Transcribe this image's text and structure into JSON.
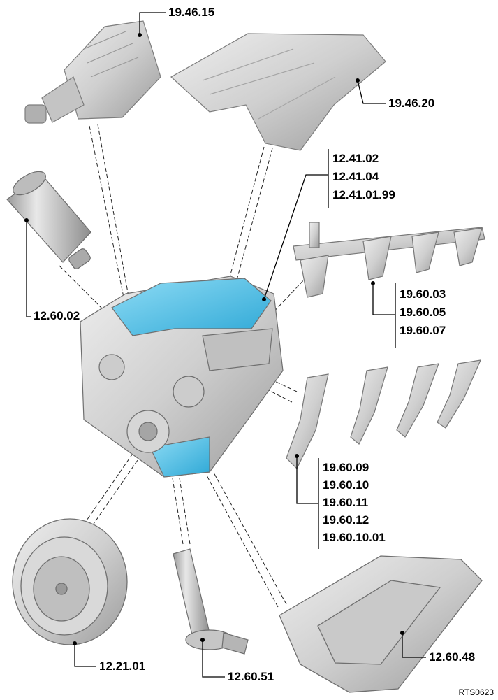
{
  "labels": {
    "supercharger": "19.46.15",
    "supercharger_cover": "19.46.20",
    "fuel_rail_group": [
      "12.41.02",
      "12.41.04",
      "12.41.01.99"
    ],
    "oil_filter": "12.60.02",
    "fuel_rail": [
      "19.60.03",
      "19.60.05",
      "19.60.07"
    ],
    "injectors": [
      "19.60.09",
      "19.60.10",
      "19.60.11",
      "19.60.12",
      "19.60.10.01"
    ],
    "crank_pulley": "12.21.01",
    "dipstick_tube": "12.60.51",
    "oil_pan": "12.60.48"
  },
  "reference": "RTS0623",
  "colors": {
    "highlight": "#4fc3e8",
    "part_fill": "#d2d2d2",
    "part_stroke": "#8a8a8a",
    "leader": "#000000"
  }
}
